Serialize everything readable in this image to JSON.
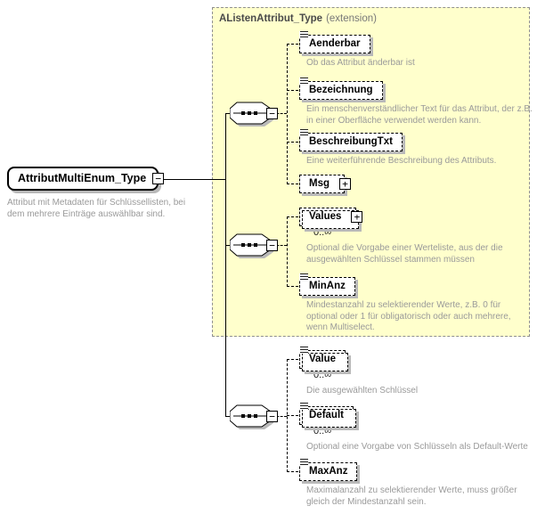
{
  "colors": {
    "ext_bg": "#ffffcc",
    "ext_border": "#8f8f8f",
    "annotation": "#9a9a9a",
    "shadow": "#b9b9b9",
    "line": "#000000"
  },
  "icons": {
    "collapse": "−",
    "expand": "+",
    "text_content": "≡",
    "sequence": "sequence-compositor"
  },
  "root": {
    "name": "AttributMultiEnum_Type",
    "annotation": "Attribut mit Metadaten für Schlüssellisten, bei dem mehrere Einträge auswählbar sind."
  },
  "extension": {
    "title": "AListenAttribut_Type",
    "suffix": "(extension)"
  },
  "elements": [
    {
      "name": "Aenderbar",
      "annotation": "Ob das Attribut änderbar ist"
    },
    {
      "name": "Bezeichnung",
      "annotation": "Ein menschenverständlicher Text für das Attribut, der z.B. in einer Oberfläche verwendet werden kann."
    },
    {
      "name": "BeschreibungTxt",
      "annotation": "Eine weiterführende Beschreibung des Attributs."
    },
    {
      "name": "Msg",
      "annotation": ""
    },
    {
      "name": "Values",
      "occurs": "0..∞",
      "annotation": "Optional die Vorgabe einer Werteliste, aus der die ausgewählten Schlüssel stammen müssen"
    },
    {
      "name": "MinAnz",
      "annotation": "Mindestanzahl zu selektierender Werte, z.B. 0 für optional oder 1 für obligatorisch oder auch mehrere, wenn Multiselect."
    },
    {
      "name": "Value",
      "occurs": "0..∞",
      "annotation": "Die ausgewählten Schlüssel"
    },
    {
      "name": "Default",
      "occurs": "0..∞",
      "annotation": "Optional eine Vorgabe von Schlüsseln als Default-Werte"
    },
    {
      "name": "MaxAnz",
      "annotation": "Maximalanzahl zu selektierender Werte, muss größer gleich der Mindestanzahl sein."
    }
  ]
}
